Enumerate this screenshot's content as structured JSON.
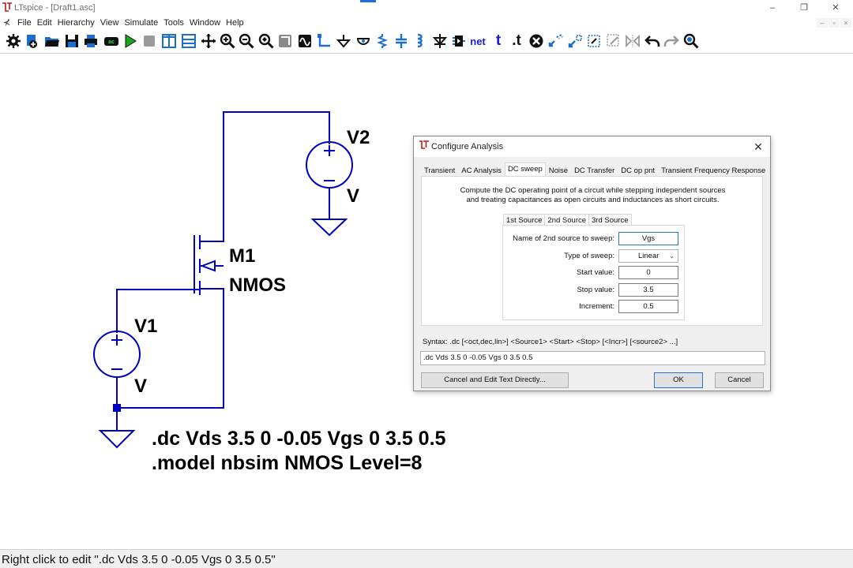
{
  "window": {
    "title": "LTspice - [Draft1.asc]",
    "minimize": "–",
    "restore": "❐",
    "close": "✕"
  },
  "menu": {
    "items": [
      "File",
      "Edit",
      "Hierarchy",
      "View",
      "Simulate",
      "Tools",
      "Window",
      "Help"
    ],
    "mdi_minimize": "–",
    "mdi_restore": "▫",
    "mdi_close": "×"
  },
  "toolbar": {
    "icons": [
      "gear-icon",
      "new-schematic-icon",
      "open-icon",
      "save-icon",
      "print-icon",
      "print-preview-icon",
      "run-icon",
      "halt-icon",
      "tile-vertical-icon",
      "tile-horizontal-icon",
      "pan-icon",
      "zoom-in-icon",
      "zoom-out-icon",
      "zoom-fit-icon",
      "autoscale-icon",
      "waveform-icon",
      "wire-icon",
      "ground-icon",
      "label-net-icon",
      "resistor-icon",
      "capacitor-icon",
      "inductor-icon",
      "diode-icon",
      "component-icon",
      "net-text-icon",
      "text-icon",
      "spice-directive-icon",
      "delete-icon",
      "duplicate-icon",
      "move-icon",
      "drag-icon",
      "rotate-icon",
      "mirror-icon",
      "undo-icon",
      "redo-icon",
      "find-icon"
    ],
    "net_label": "net",
    "text_label": "t",
    "directive_label": ".t"
  },
  "schematic": {
    "v2_name": "V2",
    "v2_value": "V",
    "m1_name": "M1",
    "m1_model": "NMOS",
    "v1_name": "V1",
    "v1_value": "V",
    "directive_dc": ".dc Vds 3.5 0 -0.05 Vgs 0 3.5 0.5",
    "directive_model": ".model nbsim NMOS Level=8",
    "wire_color": "#0000c0"
  },
  "dialog": {
    "title": "Configure Analysis",
    "close": "✕",
    "tabs": [
      "Transient",
      "AC Analysis",
      "DC sweep",
      "Noise",
      "DC Transfer",
      "DC op pnt",
      "Transient Frequency Response"
    ],
    "active_tab": "DC sweep",
    "description_line1": "Compute the DC operating point of a circuit while stepping independent sources",
    "description_line2": "and treating capacitances as open circuits and inductances as short circuits.",
    "subtabs": [
      "1st Source",
      "2nd Source",
      "3rd Source"
    ],
    "active_subtab": "2nd Source",
    "fields": {
      "source_label": "Name of 2nd source to sweep:",
      "source_value": "Vgs",
      "type_label": "Type of sweep:",
      "type_value": "Linear",
      "start_label": "Start value:",
      "start_value": "0",
      "stop_label": "Stop value:",
      "stop_value": "3.5",
      "incr_label": "Increment:",
      "incr_value": "0.5"
    },
    "syntax": "Syntax:  .dc [<oct,dec,lin>] <Source1> <Start> <Stop> [<Incr>] [<source2> ...]",
    "command": ".dc Vds 3.5 0 -0.05 Vgs 0 3.5 0.5",
    "buttons": {
      "cancel_edit": "Cancel and Edit Text Directly...",
      "ok": "OK",
      "cancel": "Cancel"
    }
  },
  "status": {
    "text": "Right click to edit \".dc Vds 3.5 0 -0.05 Vgs 0 3.5 0.5\""
  }
}
